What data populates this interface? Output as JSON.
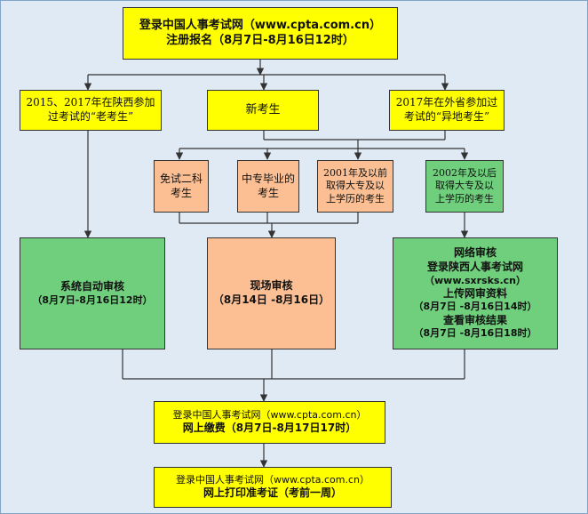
{
  "boxes": {
    "register": {
      "line1": "登录中国人事考试网（www.cpta.com.cn）",
      "line2": "注册报名（8月7日-8月16日12时）",
      "color": "#ffff00"
    },
    "old_candidate": {
      "line1": "2015、2017年在陕西参加",
      "line2": "过考试的“老考生”",
      "color": "#ffff00"
    },
    "new_candidate": {
      "line1": "新考生",
      "color": "#ffff00"
    },
    "other_province": {
      "line1": "2017年在外省参加过",
      "line2": "考试的“异地考生”",
      "color": "#ffff00"
    },
    "exempt_two": {
      "line1": "免试二科",
      "line2": "考生",
      "color": "#fbbf93"
    },
    "technical_grad": {
      "line1": "中专毕业的",
      "line2": "考生",
      "color": "#fbbf93"
    },
    "before_2001": {
      "line1": "2001年及以前",
      "line2": "取得大专及以",
      "line3": "上学历的考生",
      "color": "#fbbf93"
    },
    "after_2002": {
      "line1": "2002年及以后",
      "line2": "取得大专及以",
      "line3": "上学历的考生",
      "color": "#6fcf7c"
    },
    "auto_review": {
      "line1": "系统自动审核",
      "line2": "（8月7日-8月16日12时）",
      "color": "#6fcf7c"
    },
    "onsite_review": {
      "line1": "现场审核",
      "line2": "（8月14日 -8月16日）",
      "color": "#fbbf93"
    },
    "online_review": {
      "line1": "网络审核",
      "line2": "登录陕西人事考试网",
      "line3": "（www.sxrsks.cn）",
      "line4": "上传网审资料",
      "line5": "（8月7日 -8月16日14时）",
      "line6": "查看审核结果",
      "line7": "（8月7日 -8月16日18时）",
      "color": "#6fcf7c"
    },
    "payment": {
      "line1": "登录中国人事考试网（www.cpta.com.cn）",
      "line2": "网上缴费（8月7日-8月17日17时）",
      "color": "#ffff00"
    },
    "print_ticket": {
      "line1": "登录中国人事考试网（www.cpta.com.cn）",
      "line2": "网上打印准考证（考前一周）",
      "color": "#ffff00"
    }
  }
}
